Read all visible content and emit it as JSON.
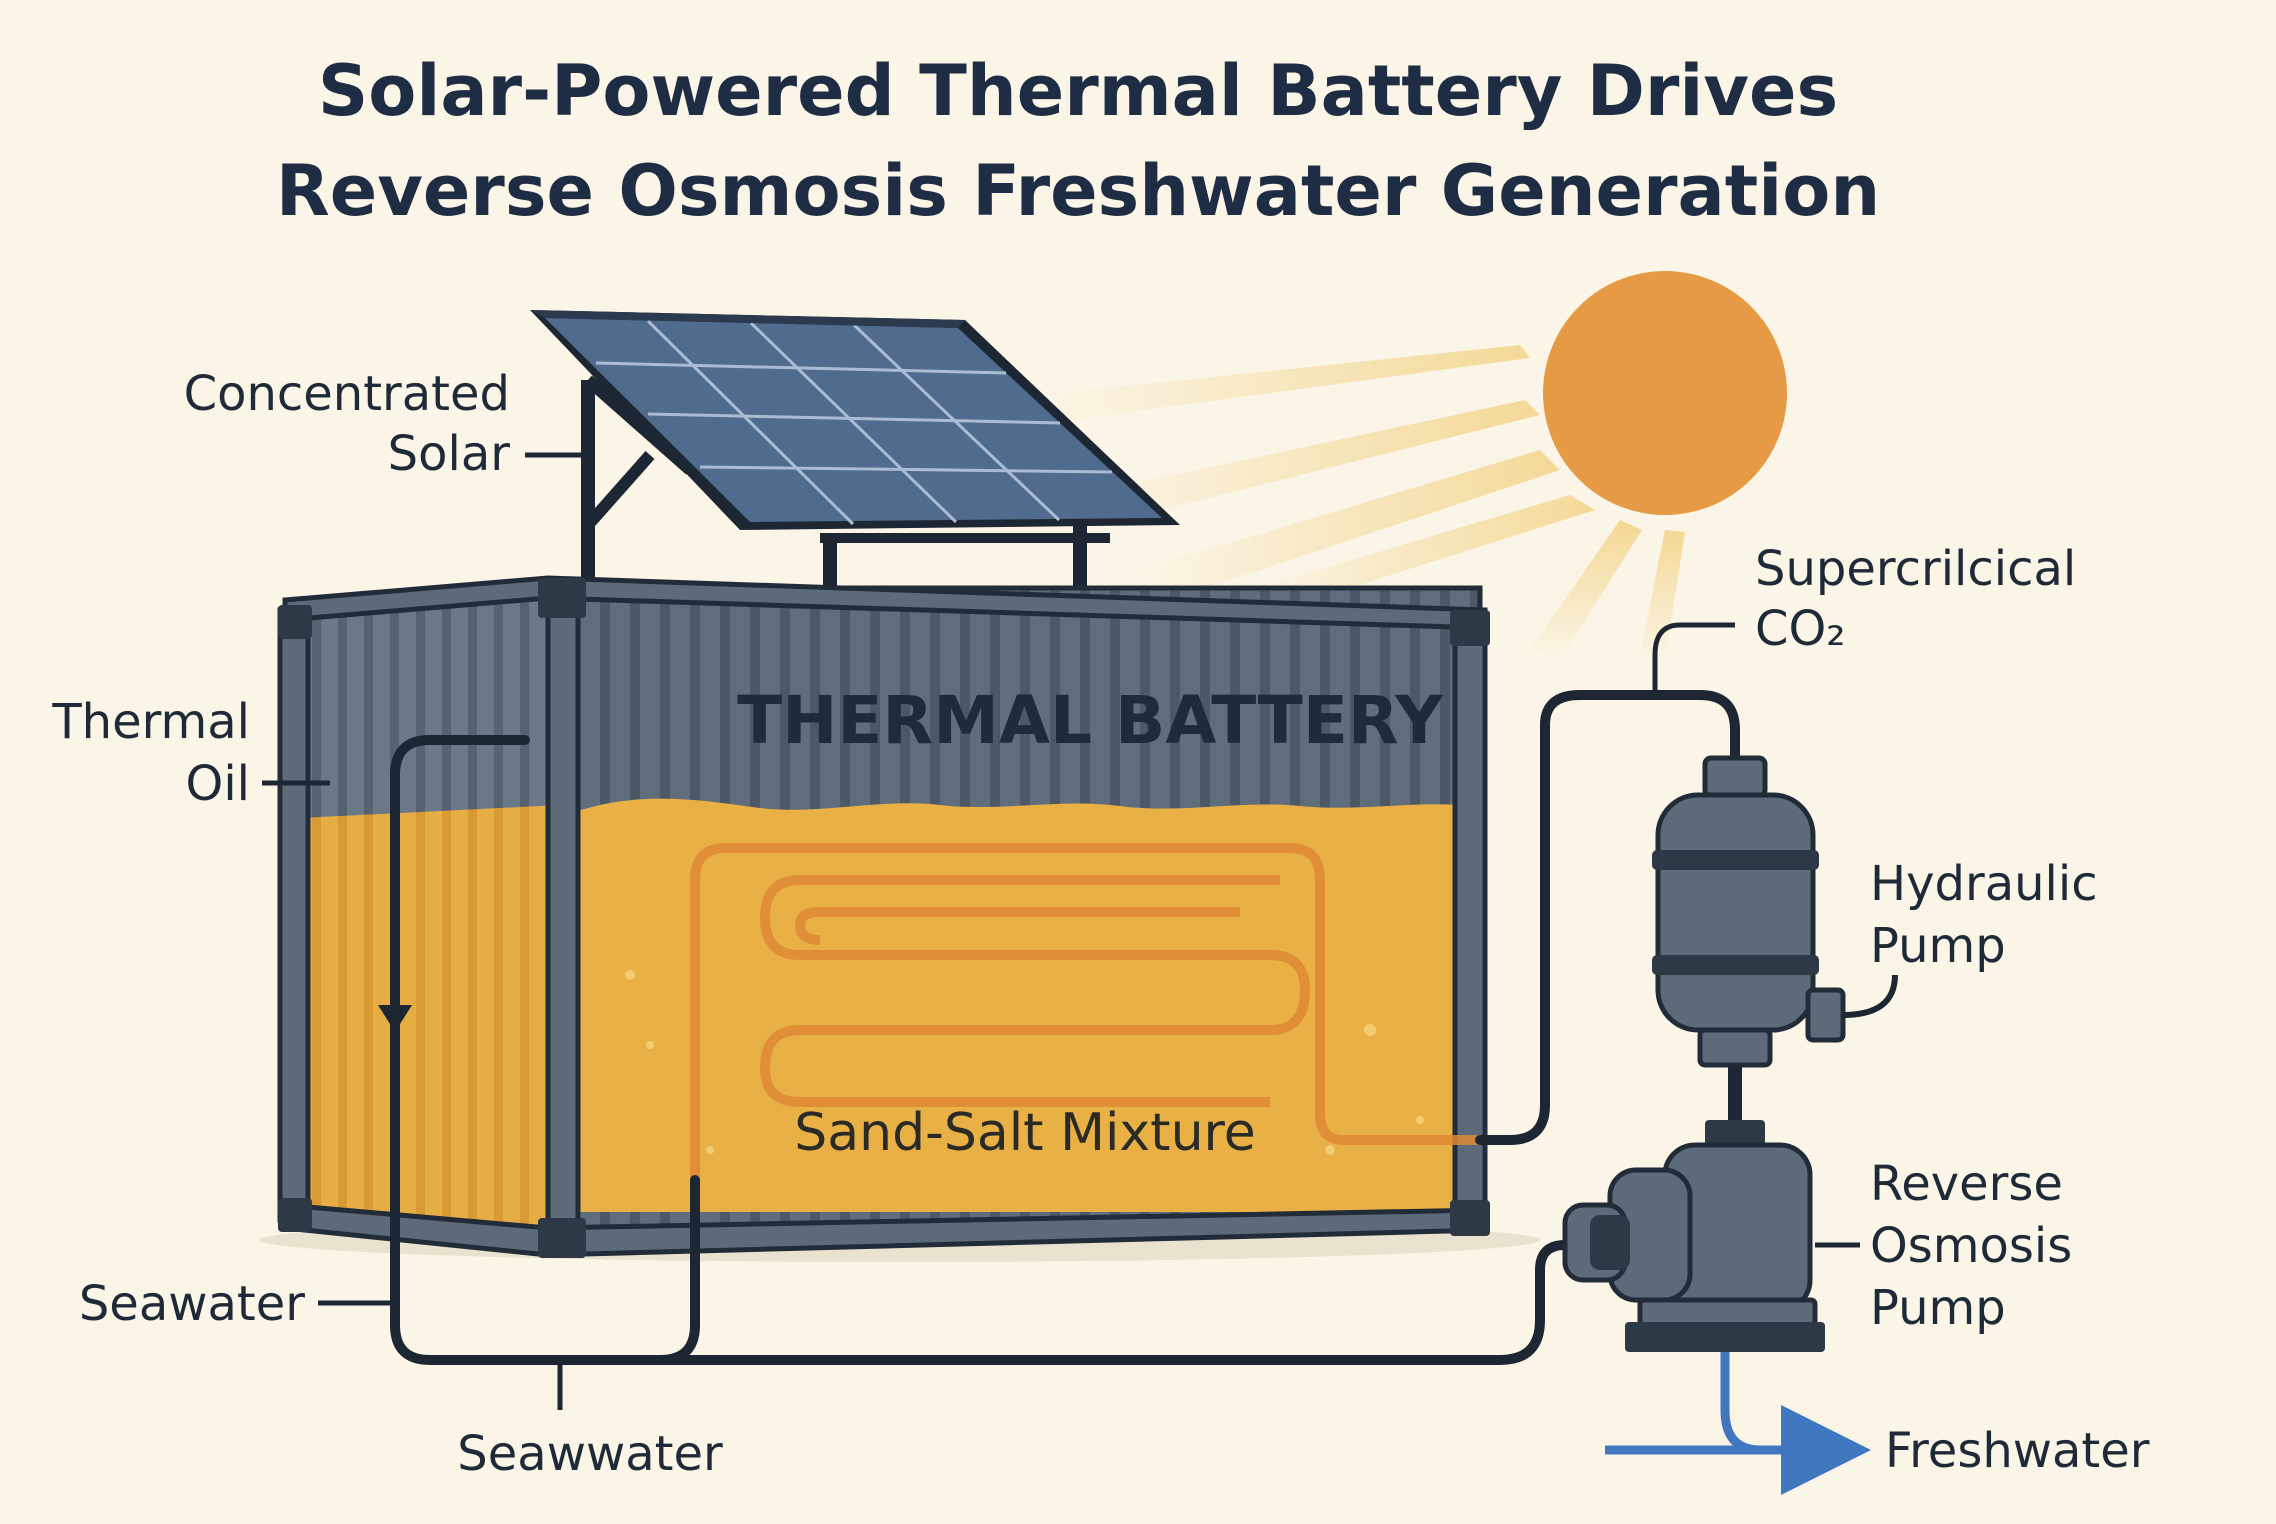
{
  "title": {
    "line1": "Solar-Powered Thermal Battery Drives",
    "line2": "Reverse Osmosis Freshwater Generation"
  },
  "labels": {
    "concentrated_solar_1": "Concentrated",
    "concentrated_solar_2": "Solar",
    "thermal_oil_1": "Thermal",
    "thermal_oil_2": "Oil",
    "supercritical_1": "Supercrilcical",
    "supercritical_2": "CO₂",
    "hydraulic_pump_1": "Hydraulic",
    "hydraulic_pump_2": "Pump",
    "ro_pump_1": "Reverse",
    "ro_pump_2": "Osmosis",
    "ro_pump_3": "Pump",
    "seawater_left": "Seawater",
    "seawater_bottom": "Seawwater",
    "freshwater": "Freshwater",
    "battery": "THERMAL BATTERY",
    "mixture": "Sand-Salt Mixture"
  },
  "colors": {
    "background": "#faf5e6",
    "container": "#5d6a79",
    "sand": "#e8b045",
    "sun": "#e79a45",
    "pipe": "#1d2633",
    "water_arrow": "#3f78c0"
  },
  "icons": {
    "sun": "sun-icon",
    "solar_panel": "solar-panel-icon",
    "hydraulic_pump": "hydraulic-pump-icon",
    "ro_pump": "ro-pump-icon"
  }
}
